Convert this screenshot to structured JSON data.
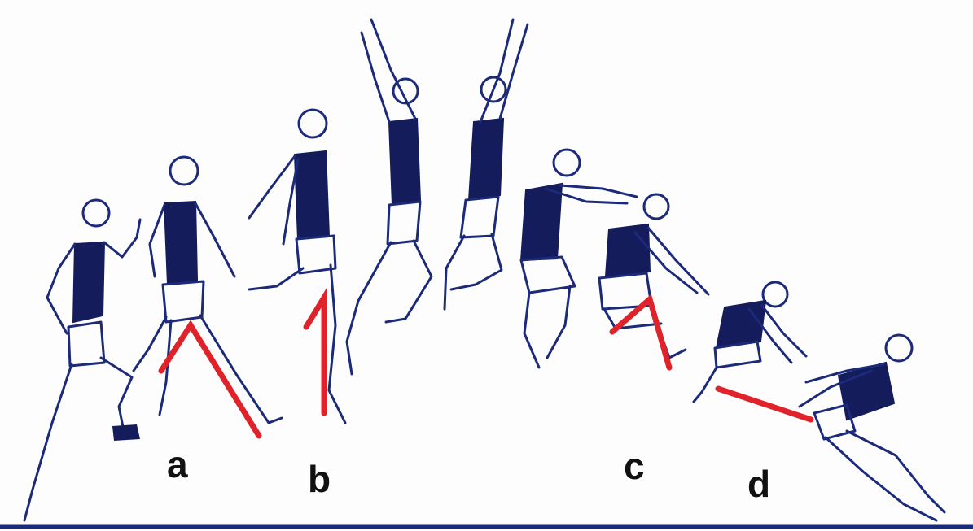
{
  "figure": {
    "phase_labels": [
      {
        "id": "a",
        "text": "a"
      },
      {
        "id": "b",
        "text": "b"
      },
      {
        "id": "c",
        "text": "c"
      },
      {
        "id": "d",
        "text": "d"
      }
    ],
    "colors": {
      "ink": "#1c2a7a",
      "vest": "#141c5c",
      "angle_marker": "#e0232a",
      "ground": "#1c2a7a",
      "label": "#111111",
      "background": "#ffffff"
    },
    "figure_count": 9,
    "angle_marker_count": 4
  }
}
